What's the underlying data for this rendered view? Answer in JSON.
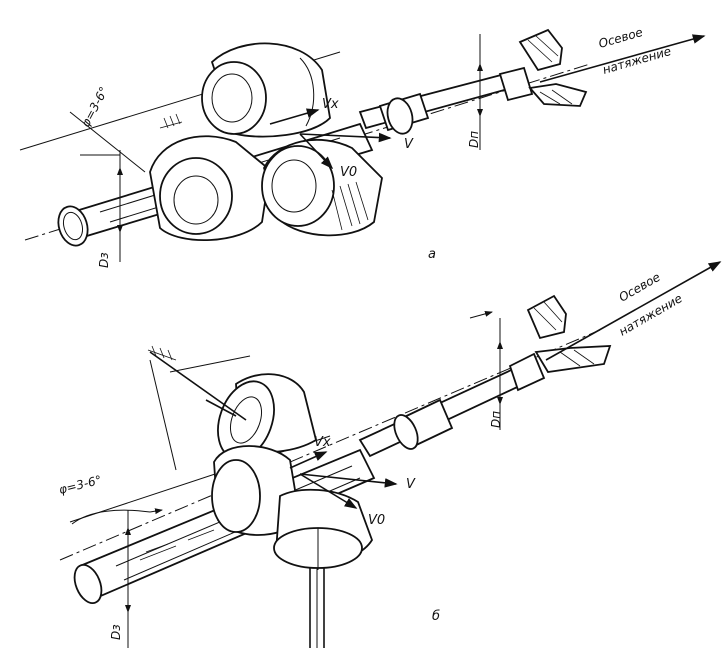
{
  "figure_a": {
    "panel_label": "а",
    "angle_label": "φ=3-6°",
    "velocity_x": "Vx",
    "velocity_v": "V",
    "velocity_0": "V0",
    "diameter_blank": "Dз",
    "diameter_product": "Dп",
    "axial_tension_line1": "Осевое",
    "axial_tension_line2": "натяжение"
  },
  "figure_b": {
    "panel_label": "б",
    "angle_label": "φ=3-6°",
    "velocity_x": "Vx",
    "velocity_v": "V",
    "velocity_0": "V0",
    "diameter_blank": "Dз",
    "diameter_product": "Dп",
    "axial_tension_line1": "Осевое",
    "axial_tension_line2": "натяжение"
  }
}
